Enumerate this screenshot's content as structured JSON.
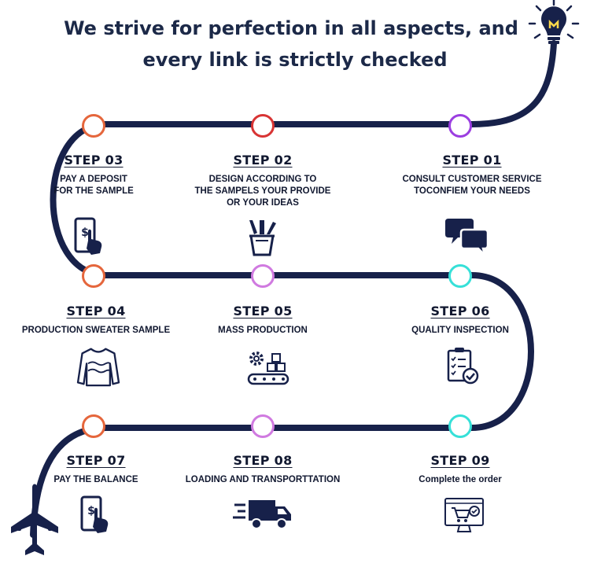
{
  "title": {
    "line1": "We strive for perfection in all aspects, and",
    "line2": "every link is strictly checked"
  },
  "colors": {
    "path": "#17214a",
    "orange": "#e5663c",
    "red": "#d83434",
    "purple": "#9b3ee0",
    "pink": "#d07ae0",
    "cyan": "#36e0d8"
  },
  "steps": [
    {
      "label": "STEP 01",
      "desc": "CONSULT CUSTOMER SERVICE\nTOCONFIEM YOUR NEEDS",
      "icon": "chat-bubbles-icon",
      "node_color": "purple"
    },
    {
      "label": "STEP 02",
      "desc": "DESIGN ACCORDING TO\nTHE SAMPELS YOUR PROVIDE\nOR YOUR IDEAS",
      "icon": "design-tools-icon",
      "node_color": "red"
    },
    {
      "label": "STEP 03",
      "desc": "PAY A DEPOSIT\nFOR THE SAMPLE",
      "icon": "mobile-payment-icon",
      "node_color": "orange"
    },
    {
      "label": "STEP 04",
      "desc": "PRODUCTION SWEATER SAMPLE",
      "icon": "sweater-icon",
      "node_color": "orange"
    },
    {
      "label": "STEP 05",
      "desc": "MASS PRODUCTION",
      "icon": "conveyor-production-icon",
      "node_color": "pink"
    },
    {
      "label": "STEP 06",
      "desc": "QUALITY INSPECTION",
      "icon": "checklist-icon",
      "node_color": "cyan"
    },
    {
      "label": "STEP 07",
      "desc": "PAY THE BALANCE",
      "icon": "mobile-payment-icon",
      "node_color": "orange"
    },
    {
      "label": "STEP 08",
      "desc": "LOADING AND TRANSPORTTATION",
      "icon": "delivery-truck-icon",
      "node_color": "pink"
    },
    {
      "label": "STEP 09",
      "desc": "Complete the order",
      "icon": "online-cart-icon",
      "node_color": "cyan"
    }
  ],
  "decorations": {
    "start_icon": "lightbulb-icon",
    "end_icon": "airplane-icon"
  }
}
